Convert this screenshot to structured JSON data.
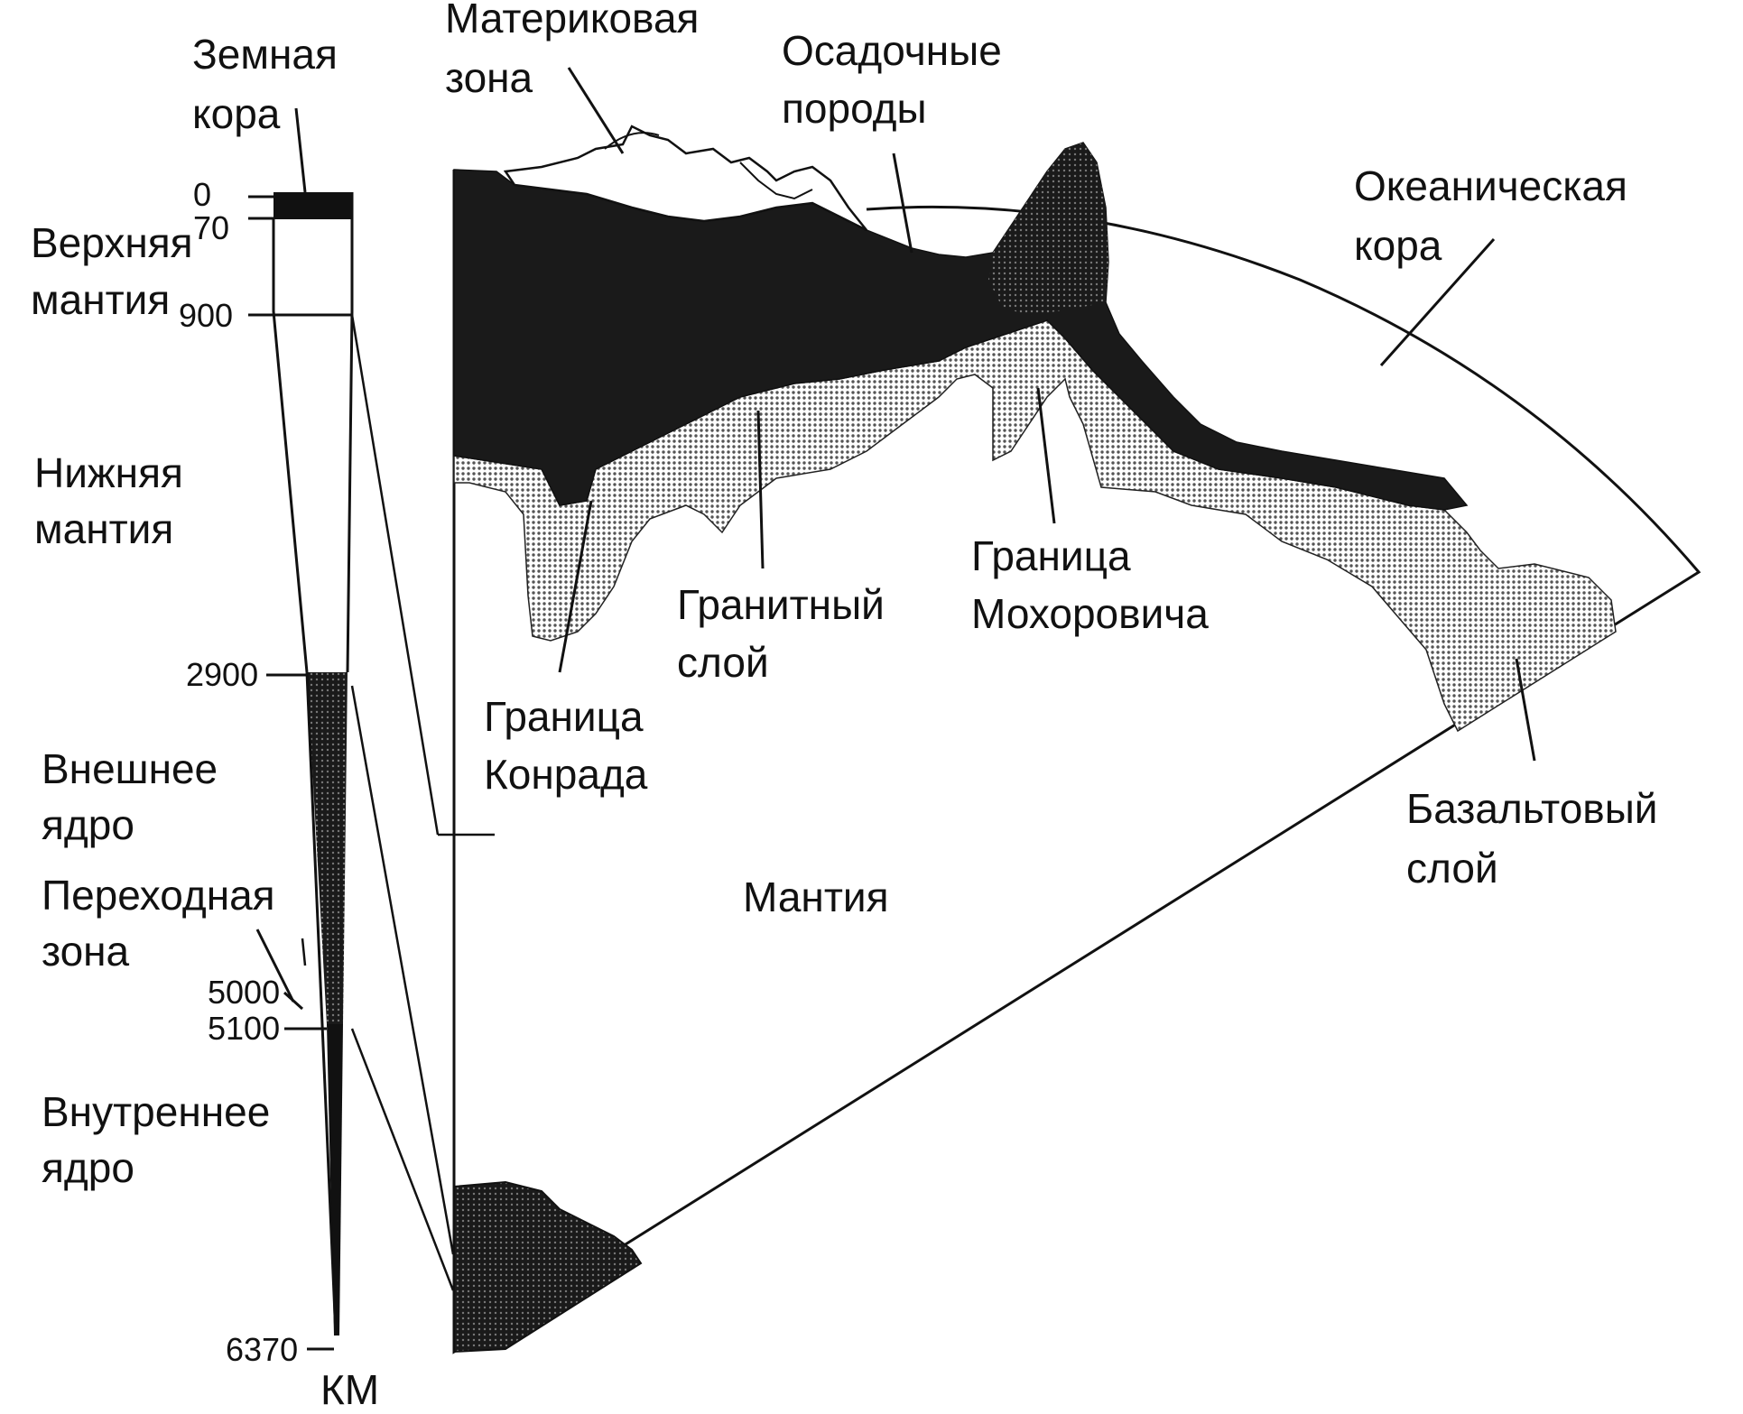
{
  "labels": {
    "earth_crust": [
      "Земная",
      "кора"
    ],
    "upper_mantle": [
      "Верхняя",
      "мантия"
    ],
    "lower_mantle": [
      "Нижняя",
      "мантия"
    ],
    "outer_core": [
      "Внешнее",
      "ядро"
    ],
    "transition_zone": [
      "Переходная",
      "зона"
    ],
    "inner_core": [
      "Внутреннее",
      "ядро"
    ],
    "continental_zone": [
      "Материковая",
      "зона"
    ],
    "sedimentary_rocks": [
      "Осадочные",
      "породы"
    ],
    "oceanic_crust": [
      "Океаническая",
      "кора"
    ],
    "granite_layer": [
      "Гранитный",
      "слой"
    ],
    "moho_boundary": [
      "Граница",
      "Мохоровича"
    ],
    "conrad_boundary": [
      "Граница",
      "Конрада"
    ],
    "basalt_layer": [
      "Базальтовый",
      "слой"
    ],
    "mantle": "Мантия"
  },
  "depth_scale": {
    "ticks": [
      "0",
      "70",
      "900",
      "2900",
      "5000",
      "5100",
      "6370"
    ],
    "unit": "КМ"
  },
  "colors": {
    "ink": "#111111",
    "dense_fill": "#1a1a1a",
    "dotted_fill": "#9a9a9a",
    "background": "#ffffff"
  }
}
